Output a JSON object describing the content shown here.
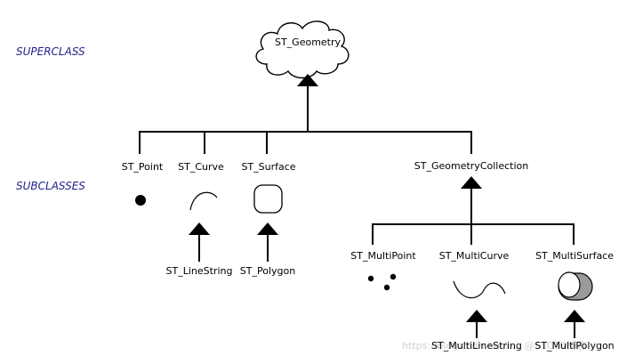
{
  "labels": {
    "superclass": "SUPERCLASS",
    "subclasses": "SUBCLASSES"
  },
  "nodes": {
    "st_geometry": "ST_Geometry",
    "st_point": "ST_Point",
    "st_curve": "ST_Curve",
    "st_surface": "ST_Surface",
    "st_geometrycollection": "ST_GeometryCollection",
    "st_linestring": "ST_LineString",
    "st_polygon": "ST_Polygon",
    "st_multipoint": "ST_MultiPoint",
    "st_multicurve": "ST_MultiCurve",
    "st_multisurface": "ST_MultiSurface",
    "st_multilinestring": "ST_MultiLineString",
    "st_multipolygon": "ST_MultiPolygon"
  },
  "watermark": "https://blog.csdn.net/c... @51CTO博客",
  "colors": {
    "side_label": "#1f1f8a",
    "lines": "#000000",
    "watermark": "#cfcfcf"
  }
}
